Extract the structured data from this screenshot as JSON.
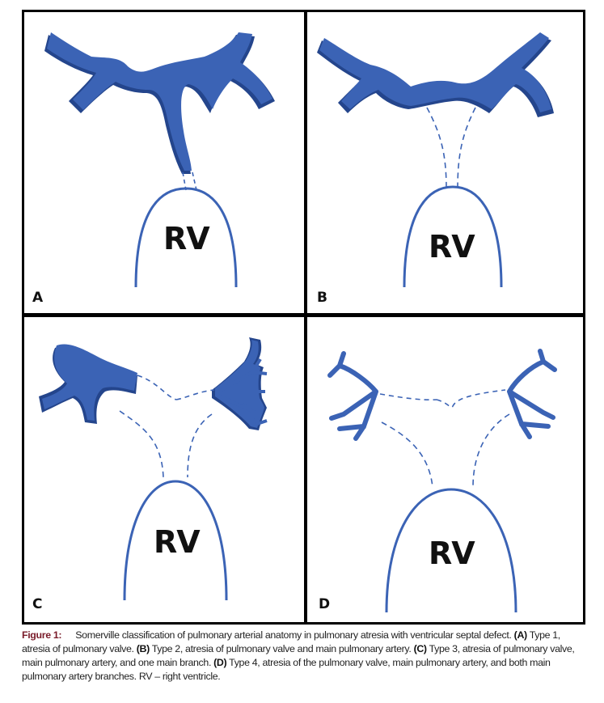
{
  "panels": {
    "a": {
      "letter": "A",
      "rv": "RV"
    },
    "b": {
      "letter": "B",
      "rv": "RV"
    },
    "c": {
      "letter": "C",
      "rv": "RV"
    },
    "d": {
      "letter": "D",
      "rv": "RV"
    }
  },
  "caption": {
    "figure_label": "Figure 1:",
    "intro": "Somerville classification of pulmonary arterial anatomy in pulmonary atresia with ventricular septal defect.",
    "a_label": "(A)",
    "a_text": "Type 1, atresia of pulmonary valve.",
    "b_label": "(B)",
    "b_text": "Type 2, atresia of pulmonary valve and main pulmonary artery.",
    "c_label": "(C)",
    "c_text": "Type 3, atresia of pulmonary valve, main pulmonary artery, and one main branch.",
    "d_label": "(D)",
    "d_text": "Type 4, atresia of the pulmonary valve, main pulmonary artery, and both main pulmonary artery branches. RV – right ventricle."
  },
  "colors": {
    "vessel": "#3b63b5",
    "vessel_dark": "#24458c",
    "border": "#000000"
  }
}
